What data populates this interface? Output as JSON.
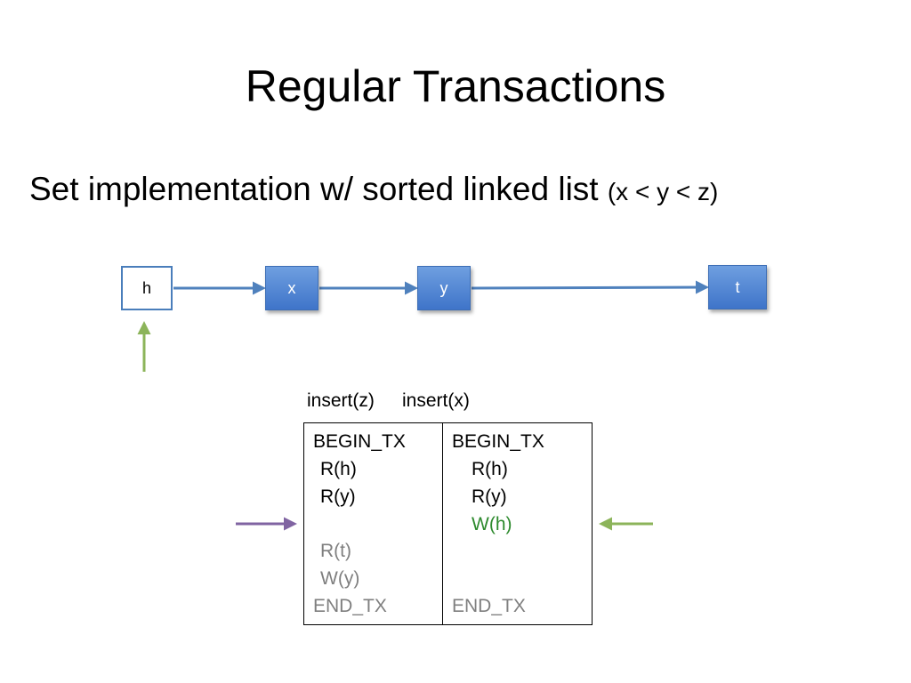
{
  "slide": {
    "title": "Regular Transactions",
    "subtitle_main": "Set implementation w/ sorted linked list ",
    "subtitle_note": "(x < y < z)"
  },
  "linked_list": {
    "nodes": [
      {
        "label": "h"
      },
      {
        "label": "x"
      },
      {
        "label": "y"
      },
      {
        "label": "t"
      }
    ]
  },
  "transactions": {
    "left": {
      "header": "insert(z)",
      "ops": [
        {
          "text": "BEGIN_TX",
          "style": "normal"
        },
        {
          "text": "R(h)",
          "style": "normal"
        },
        {
          "text": "R(y)",
          "style": "normal"
        },
        {
          "text": "R(t)",
          "style": "gray"
        },
        {
          "text": "W(y)",
          "style": "gray"
        },
        {
          "text": "END_TX",
          "style": "gray"
        }
      ]
    },
    "right": {
      "header": "insert(x)",
      "ops": [
        {
          "text": "BEGIN_TX",
          "style": "normal"
        },
        {
          "text": "R(h)",
          "style": "normal"
        },
        {
          "text": "R(y)",
          "style": "normal"
        },
        {
          "text": "W(h)",
          "style": "green"
        },
        {
          "text": "END_TX",
          "style": "gray"
        }
      ]
    }
  },
  "colors": {
    "node_fill": "#4f86d6",
    "node_border": "#4a7ebb",
    "list_arrow": "#4f81bd",
    "pointer_green": "#8cb45a",
    "pointer_purple": "#8064a2",
    "write_green": "#2d8a2d",
    "pending_gray": "#7f7f7f"
  }
}
